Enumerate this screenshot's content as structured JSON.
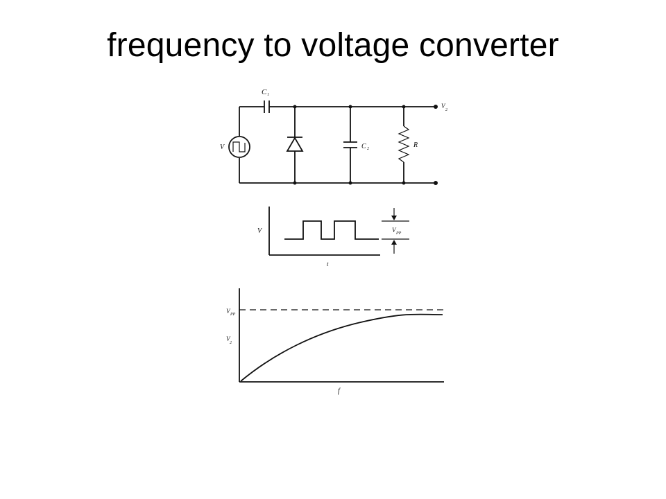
{
  "slide": {
    "title": "frequency to voltage converter"
  },
  "circuit": {
    "labels": {
      "capacitor1": "C",
      "capacitor1_sub": "1",
      "capacitor2": "C",
      "capacitor2_sub": "2",
      "resistor": "R",
      "source": "V",
      "output": "V",
      "output_sub": "2"
    }
  },
  "waveform": {
    "y_label": "V",
    "x_label": "t",
    "amplitude_label": "V",
    "amplitude_sub": "PP"
  },
  "response_graph": {
    "x_label": "f",
    "vpp_label": "V",
    "vpp_sub": "PP",
    "v2_label": "V",
    "v2_sub": "2"
  }
}
